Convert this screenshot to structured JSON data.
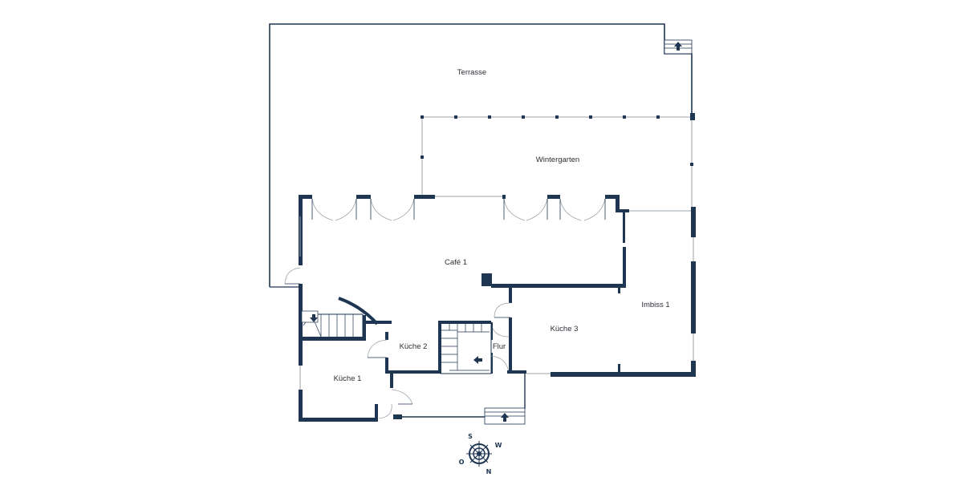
{
  "colors": {
    "wall": "#1f3653",
    "door_swing": "#9aa3ad",
    "background": "#ffffff"
  },
  "rooms": {
    "terrasse": "Terrasse",
    "wintergarten": "Wintergarten",
    "cafe": "Café 1",
    "imbiss": "Imbiss 1",
    "kueche3": "Küche 3",
    "kueche2": "Küche 2",
    "flur": "Flur",
    "kueche1": "Küche 1"
  },
  "compass": {
    "n": "N",
    "o": "O",
    "s": "S",
    "w": "W"
  }
}
